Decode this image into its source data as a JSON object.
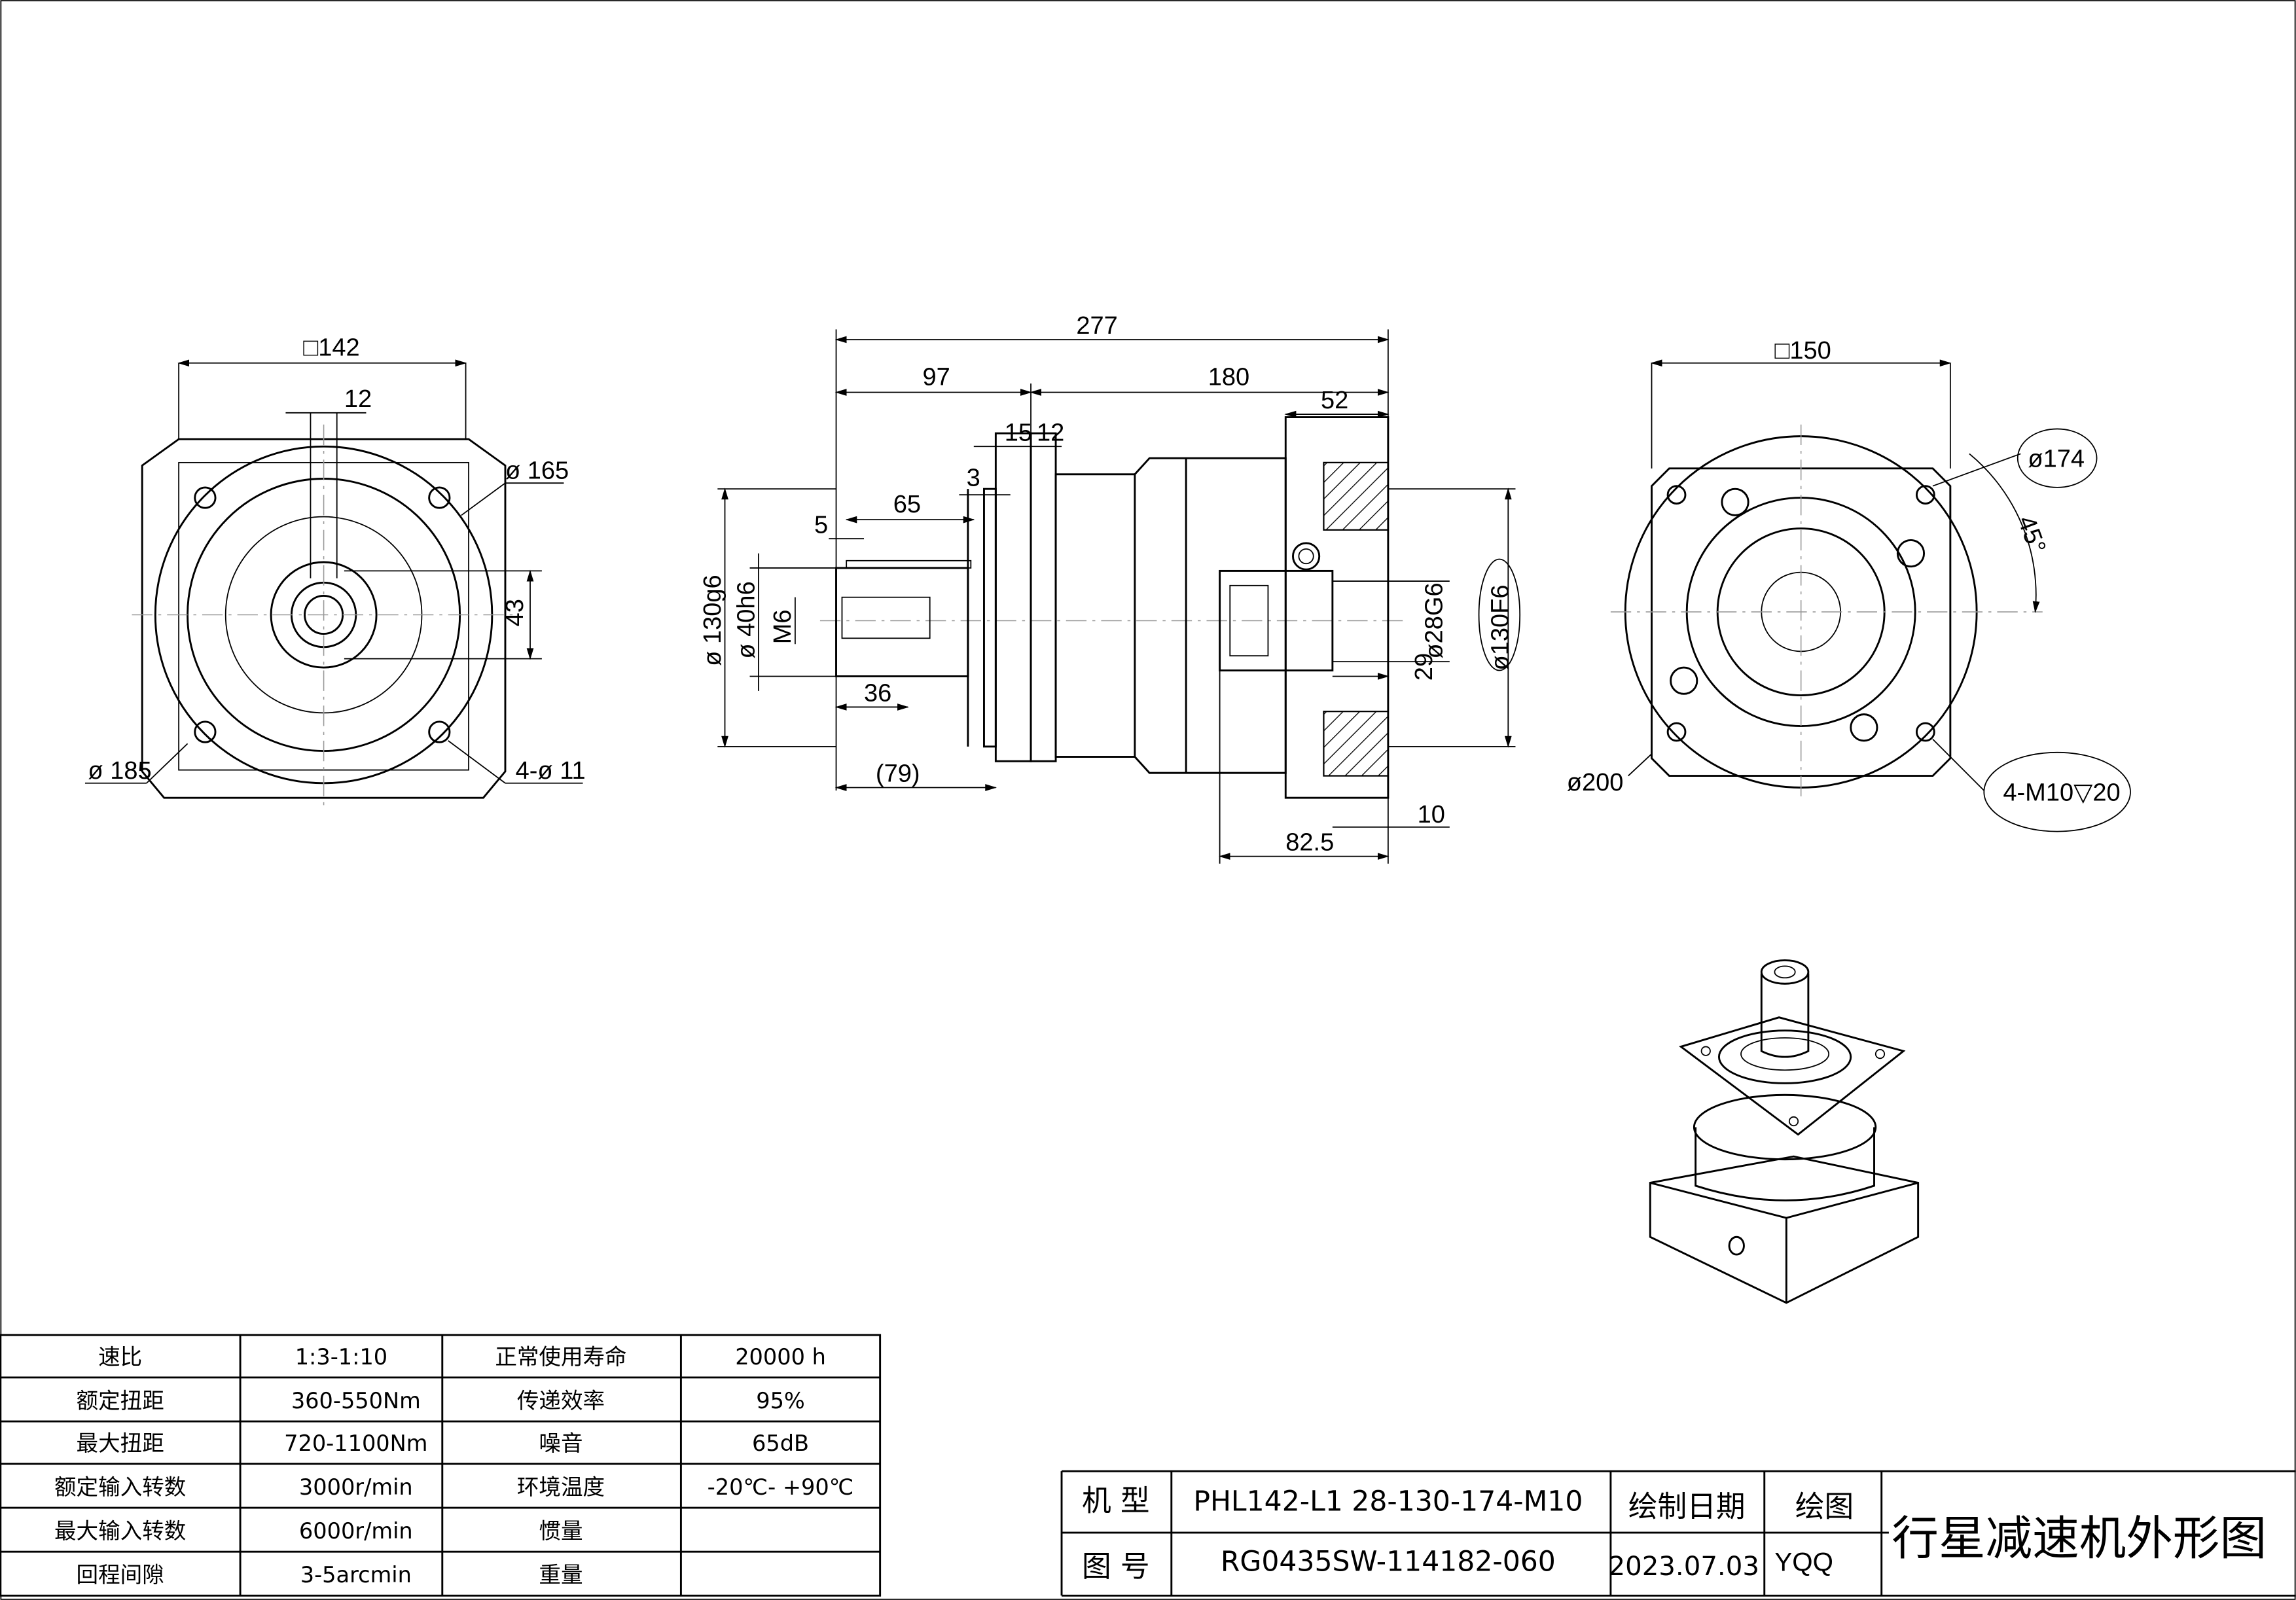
{
  "views": {
    "input_end": {
      "square": "□142",
      "key_width": "12",
      "pcd": "ø 165",
      "height": "43",
      "outer_dia": "ø 185",
      "holes": "4-ø 11"
    },
    "side": {
      "overall": "277",
      "input_len": "97",
      "body_len": "180",
      "rear_len": "52",
      "d15": "15",
      "d12": "12",
      "d3": "3",
      "key_len": "65",
      "key_offset": "5",
      "pilot": "ø 130g6",
      "shaft": "ø 40h6",
      "thread": "M6",
      "thread_depth": "36",
      "shaft_len": "(79)",
      "bore": "ø28G6",
      "bore_depth": "29",
      "spigot": "ø130F6",
      "recess": "10",
      "bore_len": "82.5"
    },
    "output_end": {
      "square": "□150",
      "pcd": "ø174",
      "angle": "45°",
      "outer_dia": "ø200",
      "holes": "4-M10▽20"
    }
  },
  "spec_table": [
    [
      "速比",
      "1:3-1:10",
      "正常使用寿命",
      "20000  h"
    ],
    [
      "额定扭距",
      "360-550Nm",
      "传递效率",
      "95%"
    ],
    [
      "最大扭距",
      "720-1100Nm",
      "噪音",
      "65dB"
    ],
    [
      "额定输入转数",
      "3000r/min",
      "环境温度",
      "-20℃- +90℃"
    ],
    [
      "最大输入转数",
      "6000r/min",
      "惯量",
      ""
    ],
    [
      "回程间隙",
      "3-5arcmin",
      "重量",
      ""
    ]
  ],
  "title_block": {
    "model_label": "机 型",
    "model": "PHL142-L1 28-130-174-M10",
    "date_label": "绘制日期",
    "drawer_label": "绘图",
    "drawing_no_label": "图 号",
    "drawing_no": "RG0435SW-114182-060",
    "date": "2023.07.03",
    "drawer": "YQQ",
    "title": "行星减速机外形图"
  }
}
